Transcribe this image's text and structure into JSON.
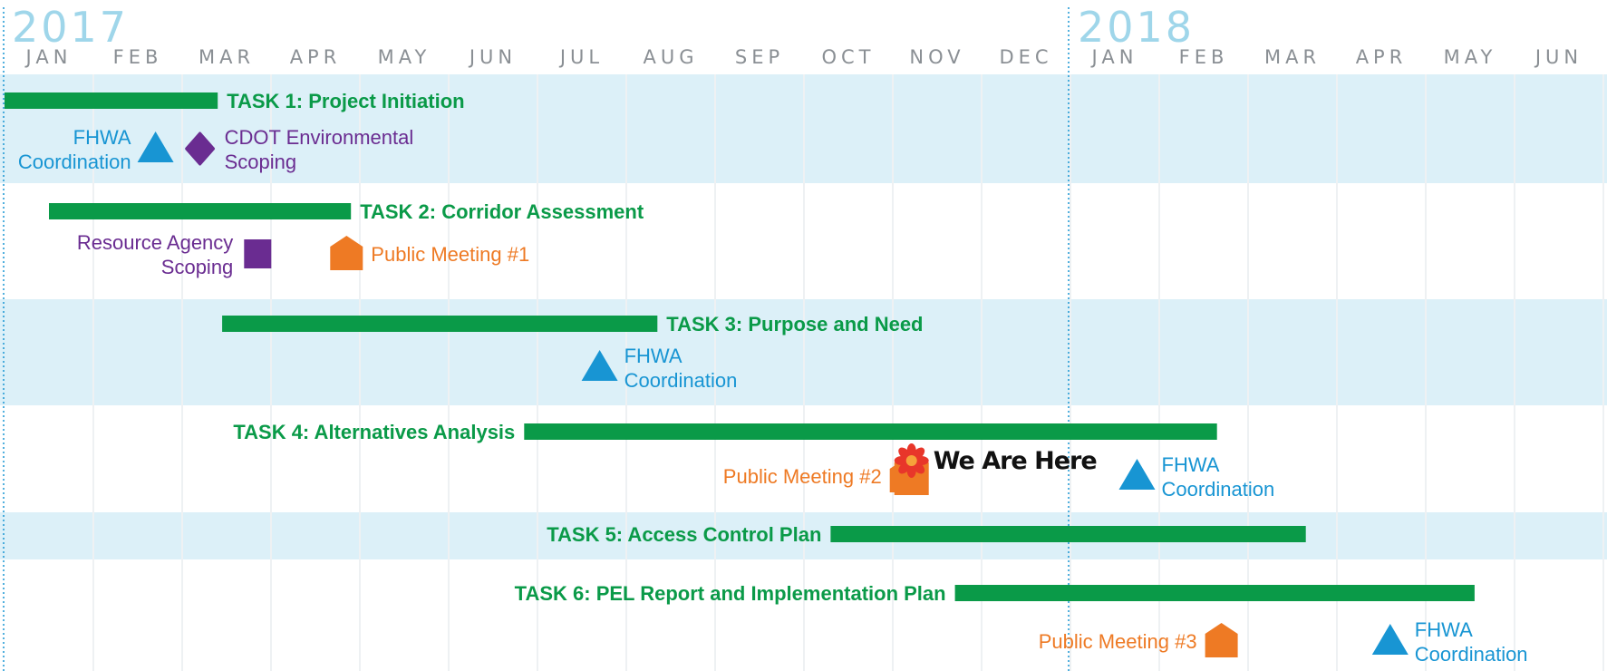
{
  "colors": {
    "band": "#dcf0f8",
    "grid": "#eef1f3",
    "year": "#9fd6ea",
    "month": "#8a8f94",
    "task_bar": "#0a9a48",
    "fhwa": "#1895d3",
    "cdot": "#6a2c91",
    "public_meeting": "#ee7a24",
    "marker_text": "#111111"
  },
  "chart_data": {
    "type": "gantt",
    "years": [
      {
        "label": "2017",
        "month_index": 0
      },
      {
        "label": "2018",
        "month_index": 12
      }
    ],
    "months": [
      "JAN",
      "FEB",
      "MAR",
      "APR",
      "MAY",
      "JUN",
      "JUL",
      "AUG",
      "SEP",
      "OCT",
      "NOV",
      "DEC",
      "JAN",
      "FEB",
      "MAR",
      "APR",
      "MAY",
      "JUN"
    ],
    "year_divider_month": 12,
    "tasks": [
      {
        "id": "task-1",
        "label": "TASK 1: Project Initiation",
        "start": 0.0,
        "end": 2.4,
        "label_side": "right",
        "row": 0
      },
      {
        "id": "task-2",
        "label": "TASK 2: Corridor Assessment",
        "start": 0.5,
        "end": 3.9,
        "label_side": "right",
        "row": 1
      },
      {
        "id": "task-3",
        "label": "TASK 3: Purpose and Need",
        "start": 2.45,
        "end": 7.35,
        "label_side": "right",
        "row": 2
      },
      {
        "id": "task-4",
        "label": "TASK 4: Alternatives Analysis",
        "start": 5.85,
        "end": 13.65,
        "label_side": "left",
        "row": 3
      },
      {
        "id": "task-5",
        "label": "TASK 5: Access Control Plan",
        "start": 9.3,
        "end": 14.65,
        "label_side": "left",
        "row": 4
      },
      {
        "id": "task-6",
        "label": "TASK 6: PEL Report and Implementation Plan",
        "start": 10.7,
        "end": 16.55,
        "label_side": "left",
        "row": 5
      }
    ],
    "milestones": [
      {
        "id": "ms-fhwa-1",
        "shape": "triangle",
        "kind": "fhwa",
        "month": 1.7,
        "row": 0,
        "lines": [
          "FHWA",
          "Coordination"
        ],
        "label_side": "left"
      },
      {
        "id": "ms-cdot",
        "shape": "diamond",
        "kind": "cdot",
        "month": 2.2,
        "row": 0,
        "lines": [
          "CDOT Environmental",
          "Scoping"
        ],
        "label_side": "right"
      },
      {
        "id": "ms-resource",
        "shape": "square",
        "kind": "cdot",
        "month": 2.85,
        "row": 1,
        "lines": [
          "Resource Agency",
          "Scoping"
        ],
        "label_side": "left"
      },
      {
        "id": "ms-pm-1",
        "shape": "house",
        "kind": "public_meeting",
        "month": 3.85,
        "row": 1,
        "lines": [
          "Public Meeting #1"
        ],
        "label_side": "right"
      },
      {
        "id": "ms-fhwa-2",
        "shape": "triangle",
        "kind": "fhwa",
        "month": 6.7,
        "row": 2,
        "lines": [
          "FHWA",
          "Coordination"
        ],
        "label_side": "right"
      },
      {
        "id": "ms-pm-2",
        "shape": "house",
        "kind": "public_meeting",
        "month": 10.15,
        "row": 3,
        "lines": [
          "Public Meeting #2"
        ],
        "label_side": "left"
      },
      {
        "id": "ms-fhwa-3",
        "shape": "triangle",
        "kind": "fhwa",
        "month": 12.75,
        "row": 3,
        "lines": [
          "FHWA",
          "Coordination"
        ],
        "label_side": "right"
      },
      {
        "id": "ms-pm-3",
        "shape": "house",
        "kind": "public_meeting",
        "month": 13.7,
        "row": 5,
        "lines": [
          "Public Meeting #3"
        ],
        "label_side": "left"
      },
      {
        "id": "ms-fhwa-4",
        "shape": "triangle",
        "kind": "fhwa",
        "month": 15.6,
        "row": 5,
        "lines": [
          "FHWA",
          "Coordination"
        ],
        "label_side": "right"
      }
    ],
    "current_marker": {
      "label": "We Are Here",
      "month": 10.15,
      "row": 3
    }
  }
}
